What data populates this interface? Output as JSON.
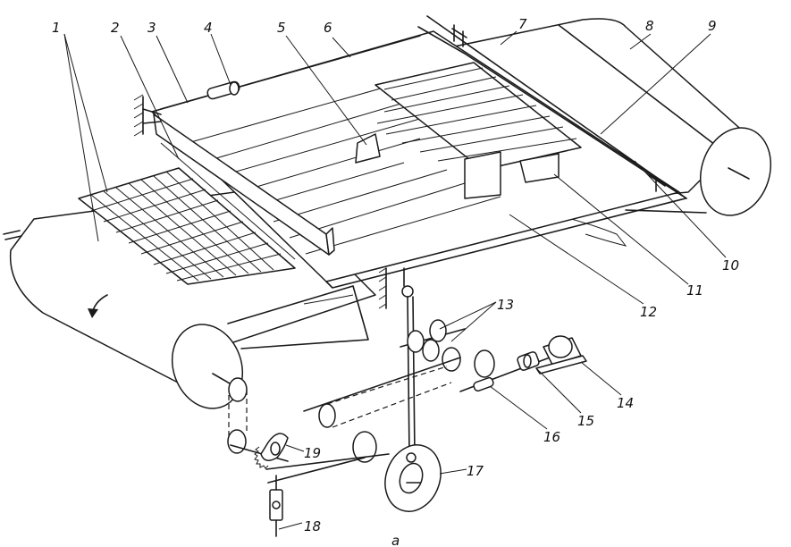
{
  "figure": {
    "callouts": [
      "1",
      "2",
      "3",
      "4",
      "5",
      "6",
      "7",
      "8",
      "9",
      "10",
      "11",
      "12",
      "13",
      "14",
      "15",
      "16",
      "17",
      "18",
      "19"
    ],
    "caption_mark": "а"
  }
}
